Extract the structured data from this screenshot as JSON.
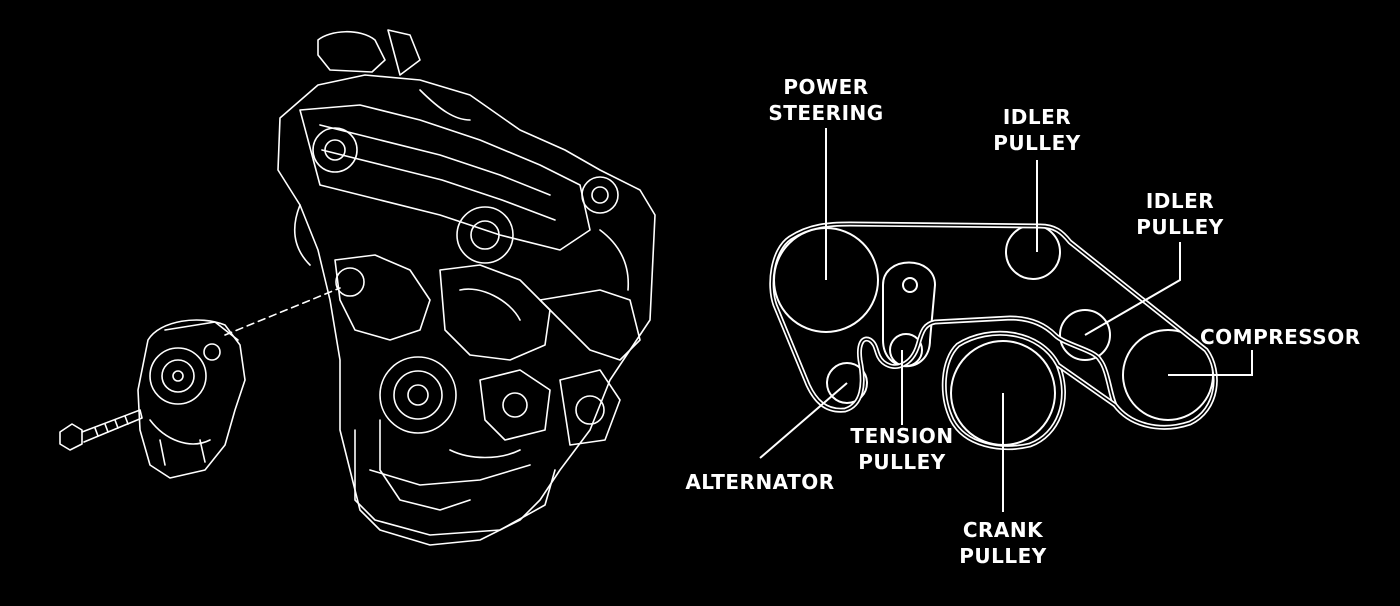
{
  "labels": {
    "power_steering_1": "POWER",
    "power_steering_2": "STEERING",
    "idler_top_1": "IDLER",
    "idler_top_2": "PULLEY",
    "idler_right_1": "IDLER",
    "idler_right_2": "PULLEY",
    "compressor": "COMPRESSOR",
    "tension_1": "TENSION",
    "tension_2": "PULLEY",
    "alternator": "ALTERNATOR",
    "crank_1": "CRANK",
    "crank_2": "PULLEY"
  },
  "colors": {
    "background": "#000000",
    "line": "#ffffff"
  }
}
